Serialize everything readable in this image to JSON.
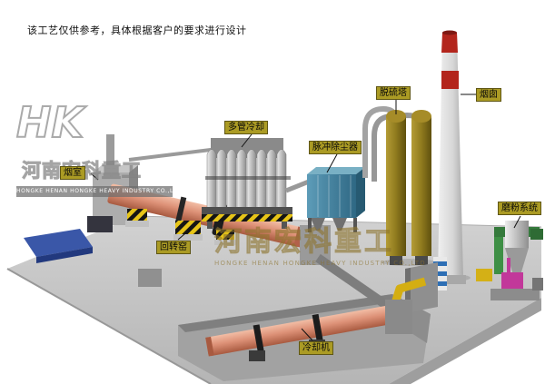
{
  "disclaimer": "该工艺仅供参考，具体根据客户的要求进行设计",
  "watermark": {
    "logo_text": "HK",
    "company_cn": "河南宏科重工",
    "company_en": "HONGKE HENAN HONGKE HEAVY INDUSTRY CO.,LTD",
    "center": {
      "company_cn": "河南宏科重工",
      "company_en": "HONGKE HENAN HONGKE HEAVY INDUSTRY CO.,LTD"
    }
  },
  "equipment_labels": {
    "smoke_chamber": "烟室",
    "multi_tube_cooler": "多管冷却",
    "pulse_dust_collector": "脉冲除尘器",
    "desulfurization_tower": "脱硫塔",
    "chimney": "烟囱",
    "grinding_system": "磨粉系统",
    "rotary_kiln": "回转窑",
    "cooling_machine": "冷却机"
  },
  "colors": {
    "label_bg": "#ab9b24",
    "platform_gray": "#c7c7c7",
    "kiln_salmon": "#dd9177",
    "dust_collector_blue": "#417f9d",
    "tower_olive": "#8f7a1e",
    "chimney_red": "#b3251c",
    "hazard_yellow": "#e6c417",
    "water_basin_blue": "#3a57a8",
    "grinding_green": "#3e8f45",
    "grinding_magenta": "#c2389a",
    "duct_yellow": "#d4ae12"
  }
}
